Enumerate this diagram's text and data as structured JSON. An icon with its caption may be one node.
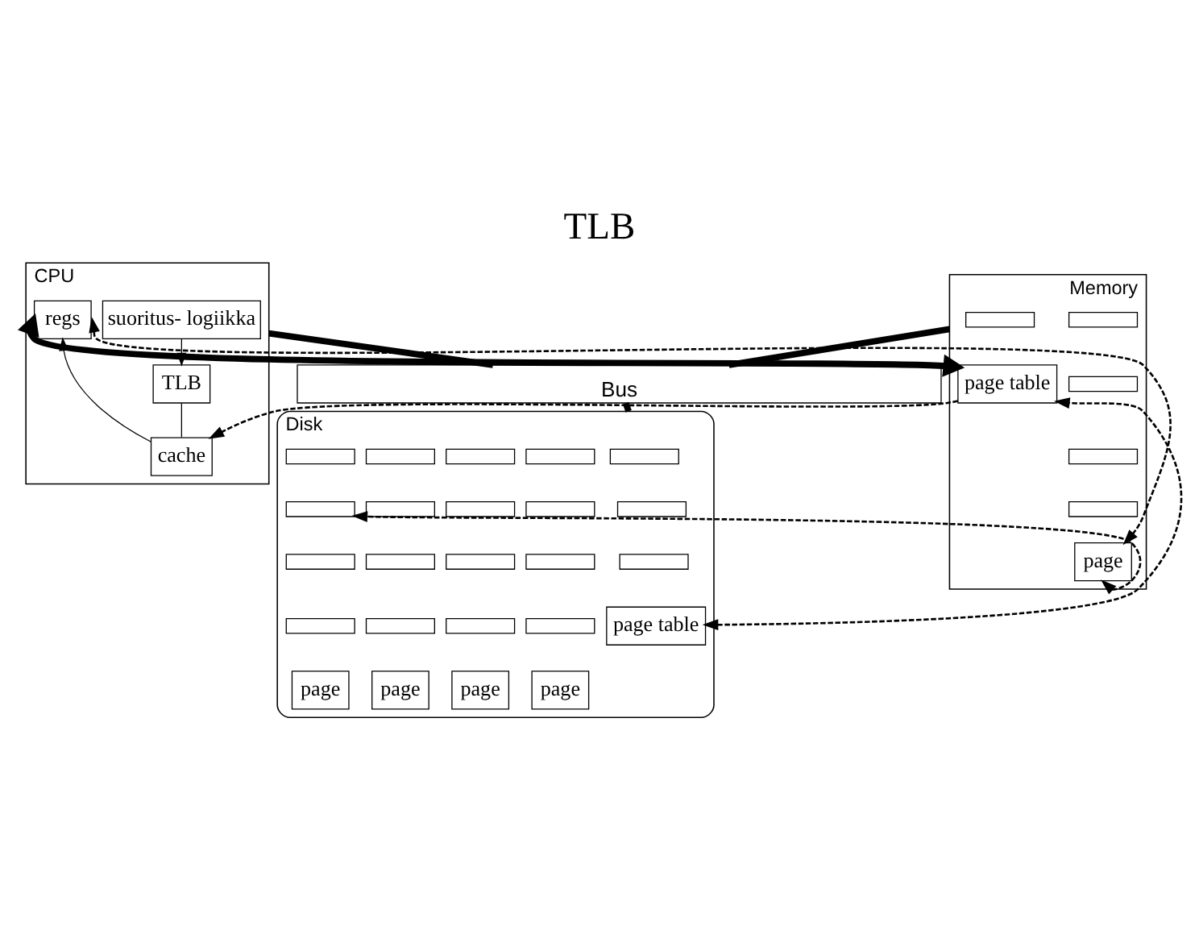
{
  "diagram": {
    "title": "TLB",
    "nodes": [
      {
        "text": [
          "CPU"
        ]
      },
      {
        "text": [
          "suoritus- logiikka"
        ],
        "in": 0
      },
      {
        "text": [
          "regs"
        ],
        "in": 0
      },
      {
        "text": [
          "TLB"
        ],
        "in": 0
      },
      {
        "text": [
          "cache"
        ],
        "in": 0
      },
      {
        "text": [
          "Memory"
        ]
      },
      {
        "text": [],
        "shape": "box",
        "in": 5
      },
      {
        "text": [
          "page table"
        ],
        "in": 5
      },
      {
        "text": [],
        "shape": "box",
        "in": 5
      },
      {
        "text": [],
        "shape": "box",
        "in": 5
      },
      {
        "text": [],
        "shape": "box",
        "in": 5
      },
      {
        "text": [],
        "shape": "box",
        "in": 5
      },
      {
        "text": [
          "page"
        ],
        "in": 5
      },
      {
        "text": [
          "Bus"
        ]
      },
      {
        "text": [
          "Disk"
        ]
      },
      {
        "text": [],
        "shape": "box",
        "in": 14
      },
      {
        "text": [],
        "shape": "box",
        "in": 14
      },
      {
        "text": [],
        "shape": "box",
        "in": 14
      },
      {
        "text": [
          "page table"
        ],
        "in": 14
      },
      {
        "text": [],
        "shape": "box",
        "in": 14
      },
      {
        "text": [],
        "shape": "box",
        "in": 14
      },
      {
        "text": [],
        "shape": "box",
        "in": 14
      },
      {
        "text": [],
        "shape": "box",
        "in": 14
      },
      {
        "text": [],
        "shape": "box",
        "in": 14
      },
      {
        "text": [],
        "shape": "box",
        "in": 14
      },
      {
        "text": [],
        "shape": "box",
        "in": 14
      },
      {
        "text": [],
        "shape": "box",
        "in": 14
      },
      {
        "text": [],
        "shape": "box",
        "in": 14
      },
      {
        "text": [],
        "shape": "box",
        "in": 14
      },
      {
        "text": [],
        "shape": "box",
        "in": 14
      },
      {
        "text": [],
        "shape": "box",
        "in": 14
      },
      {
        "text": [],
        "shape": "box",
        "in": 14
      },
      {
        "text": [],
        "shape": "box",
        "in": 14
      },
      {
        "text": [],
        "shape": "box",
        "in": 14
      },
      {
        "text": [],
        "shape": "box",
        "in": 14
      },
      {
        "text": [
          "page"
        ],
        "in": 14
      },
      {
        "text": [
          "page"
        ],
        "in": 14
      },
      {
        "text": [
          "page"
        ],
        "in": 14
      },
      {
        "text": [
          "page"
        ],
        "in": 14
      }
    ],
    "edges": [
      {
        "from": 1,
        "to": 3,
        "arrow": "to"
      },
      {
        "from": 3,
        "to": 4,
        "arrow": "none"
      },
      {
        "from": 4,
        "to": 2,
        "arrow": "to"
      },
      {
        "from": 2,
        "to": 7,
        "arrow": "both",
        "style": "thick"
      },
      {
        "from": 7,
        "to": 4,
        "arrow": "to",
        "style": "dashed"
      },
      {
        "from": 18,
        "to": 7,
        "arrow": "both",
        "style": "dashed"
      },
      {
        "from": 2,
        "to": 12,
        "arrow": "both",
        "style": "dashed"
      },
      {
        "from": 12,
        "to": 26,
        "arrow": "both",
        "style": "dashed"
      },
      {
        "from": 0,
        "to": 13,
        "arrow": "none",
        "style": "thick"
      },
      {
        "from": 5,
        "to": 13,
        "arrow": "none",
        "style": "thick"
      },
      {
        "from": 13,
        "to": 14,
        "arrow": "none",
        "style": "thick"
      }
    ]
  }
}
